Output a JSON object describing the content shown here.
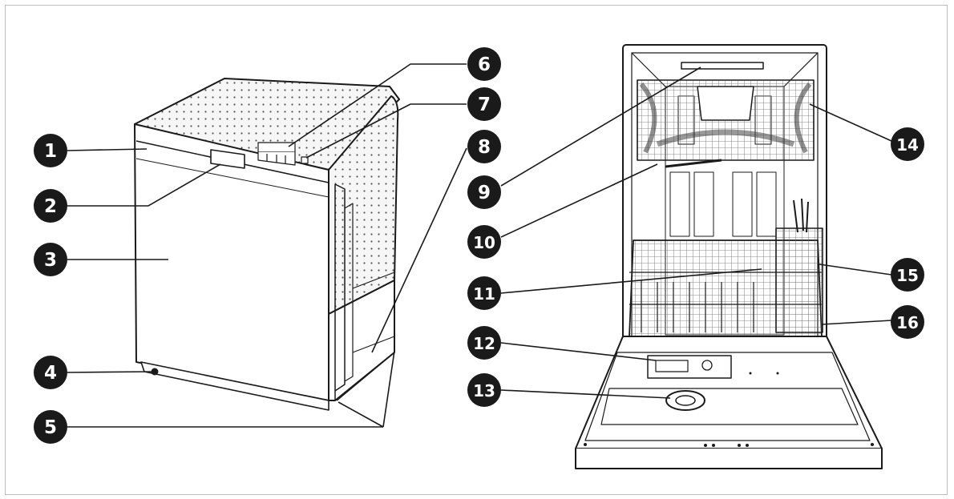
{
  "callouts": [
    {
      "id": 1,
      "label": "1"
    },
    {
      "id": 2,
      "label": "2"
    },
    {
      "id": 3,
      "label": "3"
    },
    {
      "id": 4,
      "label": "4"
    },
    {
      "id": 5,
      "label": "5"
    },
    {
      "id": 6,
      "label": "6"
    },
    {
      "id": 7,
      "label": "7"
    },
    {
      "id": 8,
      "label": "8"
    },
    {
      "id": 9,
      "label": "9"
    },
    {
      "id": 10,
      "label": "10"
    },
    {
      "id": 11,
      "label": "11"
    },
    {
      "id": 12,
      "label": "12"
    },
    {
      "id": 13,
      "label": "13"
    },
    {
      "id": 14,
      "label": "14"
    },
    {
      "id": 15,
      "label": "15"
    },
    {
      "id": 16,
      "label": "16"
    }
  ],
  "colors": {
    "badge": "#1a1a1a",
    "line": "#1a1a1a",
    "panel": "#f4f4f4",
    "frame": "#bdbdbd"
  }
}
